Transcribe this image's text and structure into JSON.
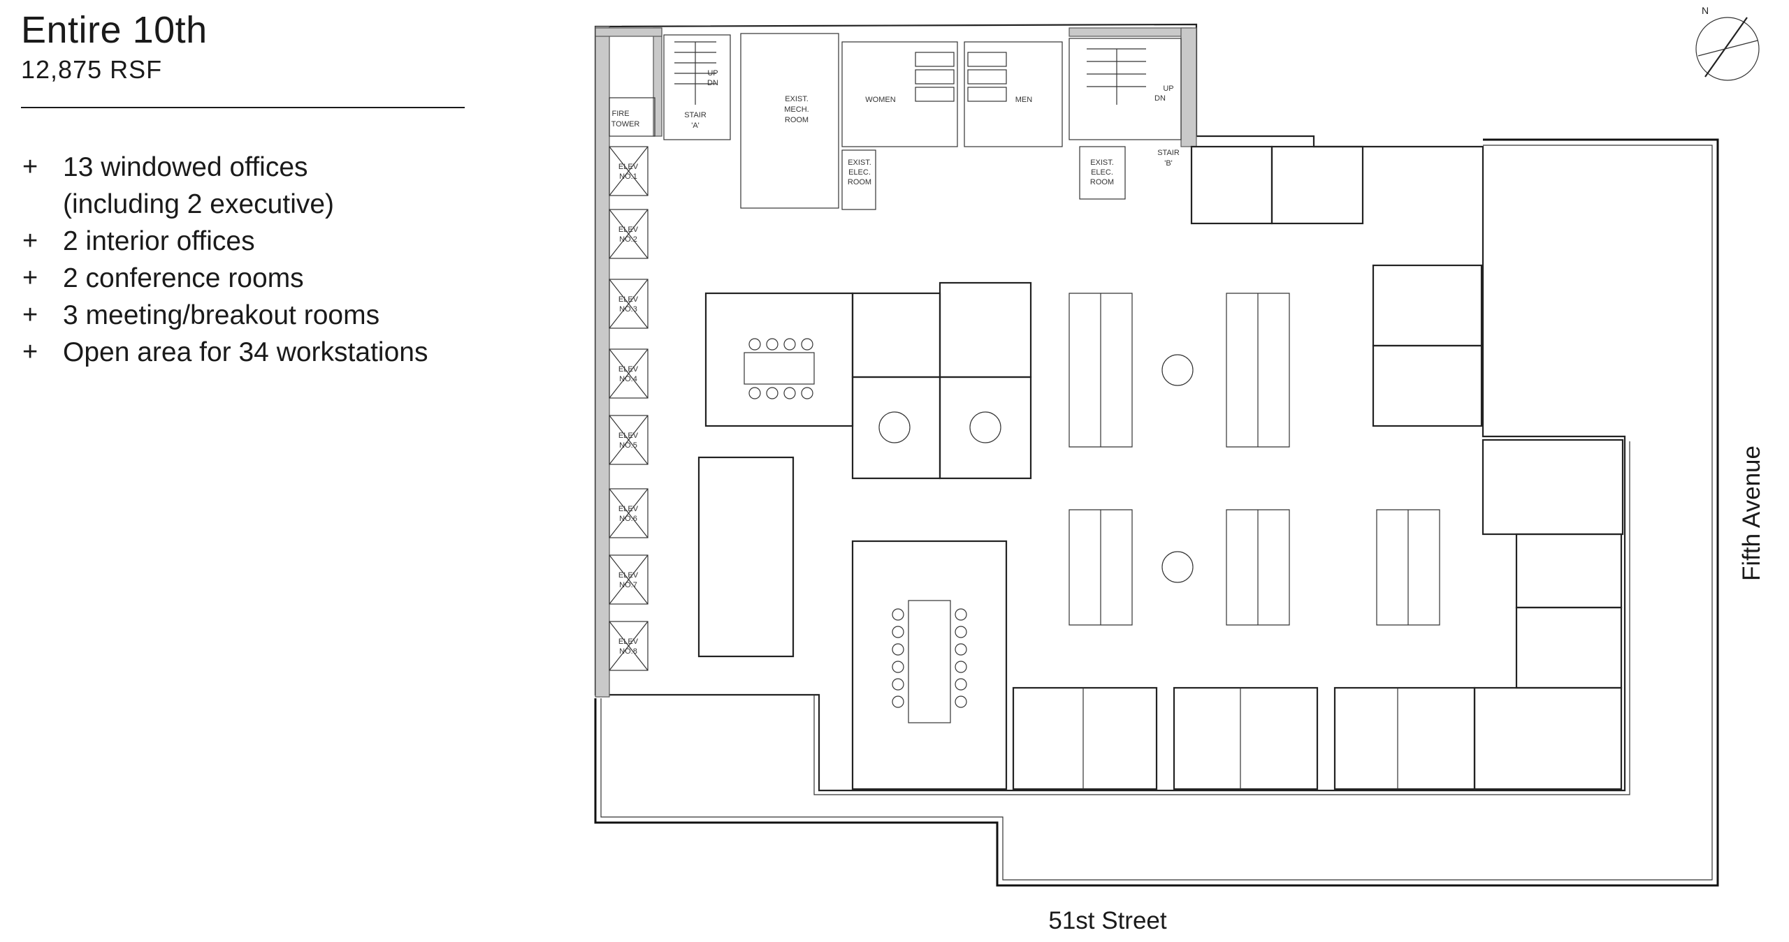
{
  "listing": {
    "title": "Entire 10th",
    "area": "12,875 RSF"
  },
  "features": [
    {
      "bullet": "+",
      "text": "13 windowed offices",
      "continuation": "(including 2 executive)"
    },
    {
      "bullet": "+",
      "text": "2 interior offices"
    },
    {
      "bullet": "+",
      "text": "2 conference rooms"
    },
    {
      "bullet": "+",
      "text": "3 meeting/breakout rooms"
    },
    {
      "bullet": "+",
      "text": "Open area for 34 workstations"
    }
  ],
  "plan": {
    "streets": {
      "south": "51st Street",
      "east": "Fifth Avenue"
    },
    "compass": {
      "icon": "north-arrow-icon",
      "label": "N"
    },
    "rooms": {
      "fire_tower": [
        "FIRE",
        "TOWER"
      ],
      "stair_a": [
        "STAIR",
        "'A'"
      ],
      "stair_b": [
        "STAIR",
        "'B'"
      ],
      "mech": [
        "EXIST.",
        "MECH.",
        "ROOM"
      ],
      "elec_west": [
        "EXIST.",
        "ELEC.",
        "ROOM"
      ],
      "elec_east": [
        "EXIST.",
        "ELEC.",
        "ROOM"
      ],
      "women": "WOMEN",
      "men": "MEN",
      "up": "UP",
      "dn": "DN"
    },
    "elevators": [
      [
        "ELEV",
        "NO.1"
      ],
      [
        "ELEV",
        "NO.2"
      ],
      [
        "ELEV",
        "NO.3"
      ],
      [
        "ELEV",
        "NO.4"
      ],
      [
        "ELEV",
        "NO.5"
      ],
      [
        "ELEV",
        "NO.6"
      ],
      [
        "ELEV",
        "NO.7"
      ],
      [
        "ELEV",
        "NO.8"
      ]
    ]
  }
}
